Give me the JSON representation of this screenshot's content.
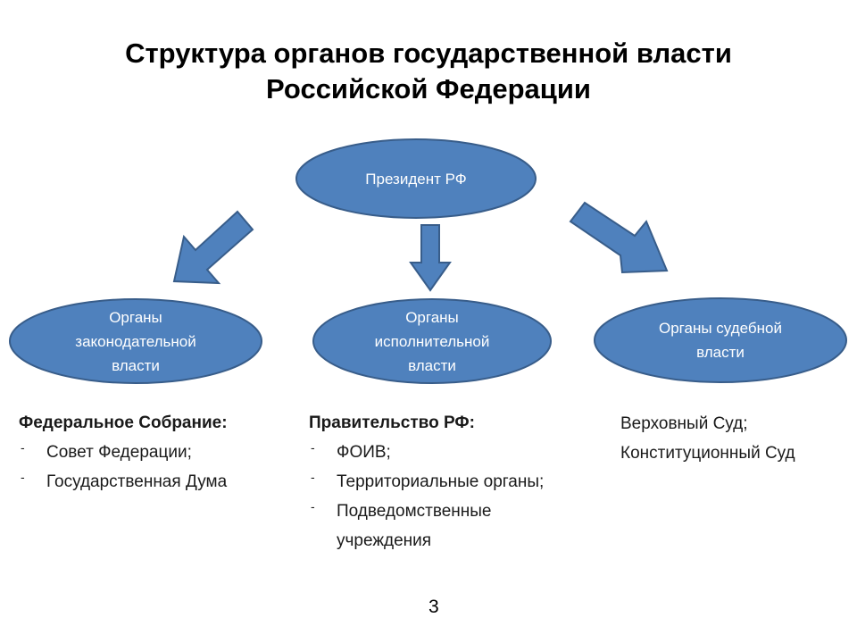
{
  "title": {
    "line1": "Структура органов государственной власти",
    "line2": "Российской Федерации"
  },
  "nodes": {
    "president": "Президент РФ",
    "legislative": [
      "Органы",
      "законодательной",
      "власти"
    ],
    "executive": [
      "Органы",
      "исполнительной",
      "власти"
    ],
    "judicial": [
      "Органы судебной",
      "власти"
    ]
  },
  "legislative_block": {
    "head": "Федеральное Собрание:",
    "items": [
      "Совет Федерации;",
      "Государственная Дума"
    ]
  },
  "executive_block": {
    "head": "Правительство РФ:",
    "items": [
      "ФОИВ;",
      "Территориальные органы;",
      "Подведомственные",
      "учреждения"
    ]
  },
  "judicial_block": {
    "lines": [
      "Верховный Суд;",
      "Конституционный Суд"
    ]
  },
  "page_number": "3",
  "colors": {
    "fill": "#4f81bd",
    "stroke": "#385d8a"
  }
}
